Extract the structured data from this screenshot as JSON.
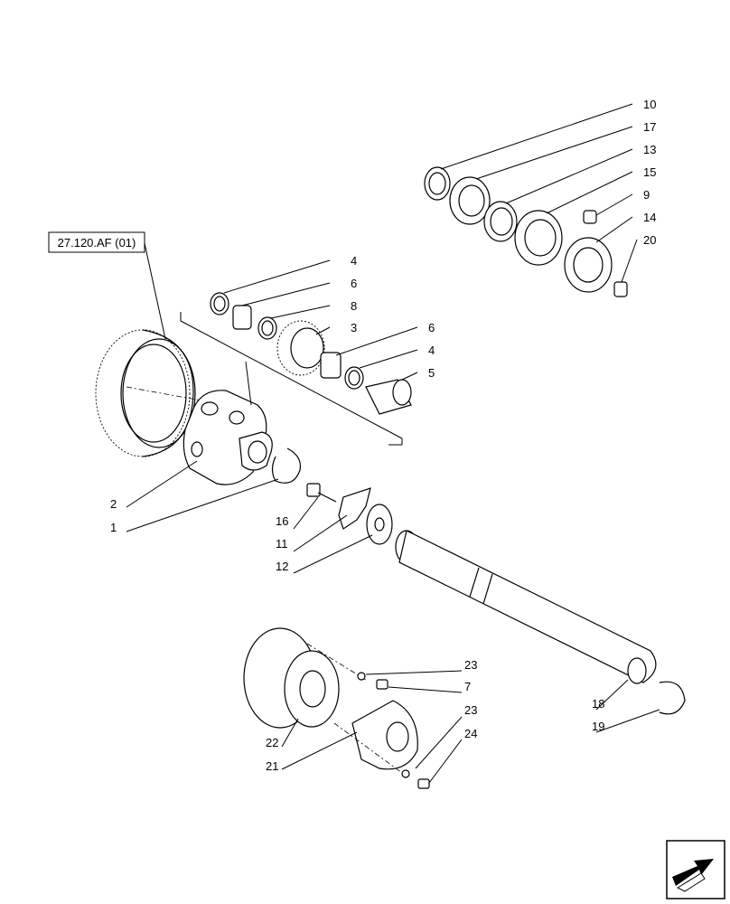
{
  "reference": "27.120.AF (01)",
  "callouts": {
    "c10": "10",
    "c17": "17",
    "c13": "13",
    "c15": "15",
    "c9": "9",
    "c14": "14",
    "c20": "20",
    "c4a": "4",
    "c6a": "6",
    "c8": "8",
    "c3": "3",
    "c6b": "6",
    "c4b": "4",
    "c5": "5",
    "c2": "2",
    "c1": "1",
    "c16": "16",
    "c11": "11",
    "c12": "12",
    "c23a": "23",
    "c7": "7",
    "c23b": "23",
    "c24": "24",
    "c22": "22",
    "c21": "21",
    "c18": "18",
    "c19": "19"
  },
  "icons": {
    "nav": "arrow-icon"
  }
}
